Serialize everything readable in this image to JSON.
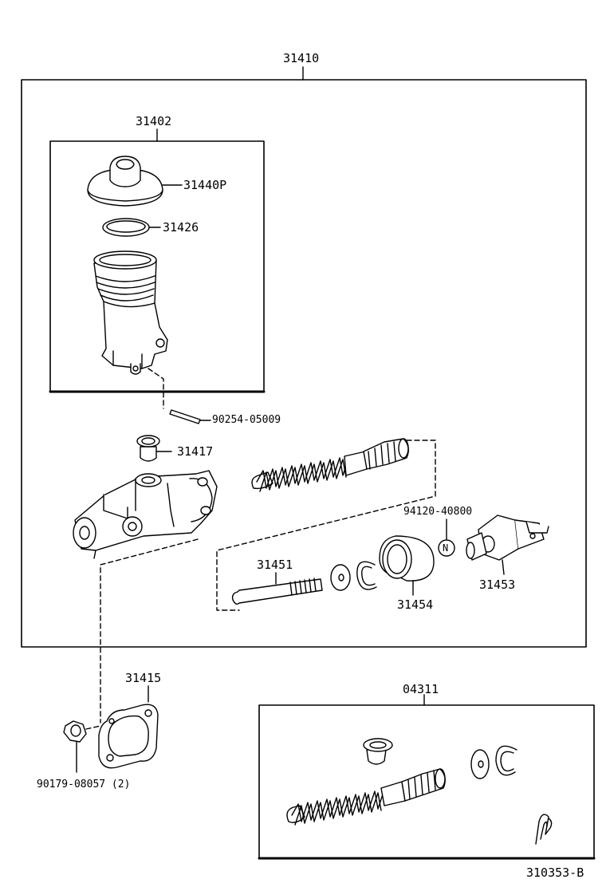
{
  "labels": {
    "p31410": "31410",
    "p31402": "31402",
    "p31440p": "31440P",
    "p31426": "31426",
    "p90254": "90254-05009",
    "p31417": "31417",
    "p94120": "94120-40800",
    "p31451": "31451",
    "p31453": "31453",
    "p31454": "31454",
    "p31415": "31415",
    "p04311": "04311",
    "p90179": "90179-08057 (2)",
    "diagram_id": "310353-B",
    "n_symbol": "N"
  }
}
